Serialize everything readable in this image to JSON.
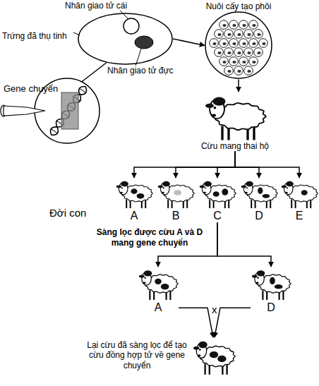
{
  "diagram": {
    "nodes": [
      {
        "text": [
          "Trứng đã thụ tinh"
        ]
      },
      {
        "text": [
          "Nuôi cấy tạo phôi"
        ]
      },
      {
        "text": [
          "Gene chuyển"
        ]
      },
      {
        "text": [
          "Cừu mang thai hộ"
        ]
      },
      {
        "text": [
          "A"
        ]
      },
      {
        "text": [
          "B"
        ]
      },
      {
        "text": [
          "C"
        ]
      },
      {
        "text": [
          "D"
        ]
      },
      {
        "text": [
          "E"
        ]
      },
      {
        "text": [
          "A"
        ]
      },
      {
        "text": [
          "D"
        ]
      },
      {
        "text": [
          "Lại cừu đã sàng lọc để tạo cừu đồng hợp tử về gene chuyển"
        ]
      }
    ],
    "edges": [
      {
        "from": 0,
        "to": 1,
        "arrow": "to"
      },
      {
        "from": 0,
        "to": 2,
        "arrow": "none"
      },
      {
        "from": 1,
        "to": 3,
        "arrow": "to"
      },
      {
        "from": 3,
        "to": 4,
        "arrow": "to"
      },
      {
        "from": 3,
        "to": 5,
        "arrow": "to"
      },
      {
        "from": 3,
        "to": 6,
        "arrow": "to"
      },
      {
        "from": 3,
        "to": 7,
        "arrow": "to"
      },
      {
        "from": 3,
        "to": 8,
        "arrow": "to"
      },
      {
        "from": 6,
        "to": 9,
        "label": "Sàng lọc được cừu A và D mang gene chuyển",
        "arrow": "to"
      },
      {
        "from": 6,
        "to": 10,
        "arrow": "to"
      },
      {
        "from": 9,
        "to": 11,
        "arrow": "to"
      },
      {
        "from": 10,
        "to": 11,
        "arrow": "to"
      }
    ],
    "labels": [
      "Nhân giao tử cái",
      "Nhân giao tử đực",
      "Đời con",
      "x"
    ]
  }
}
